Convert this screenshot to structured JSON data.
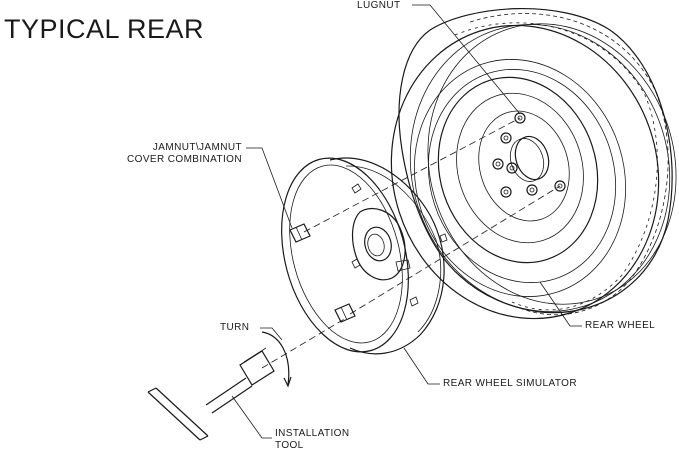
{
  "diagram": {
    "title": "TYPICAL REAR",
    "labels": {
      "lugnut": "LUGNUT",
      "jamnut_line1": "JAMNUT\\JAMNUT",
      "jamnut_line2": "COVER COMBINATION",
      "turn": "TURN",
      "rear_wheel": "REAR WHEEL",
      "rear_wheel_simulator": "REAR WHEEL SIMULATOR",
      "installation_tool_line1": "INSTALLATION",
      "installation_tool_line2": "TOOL"
    }
  }
}
